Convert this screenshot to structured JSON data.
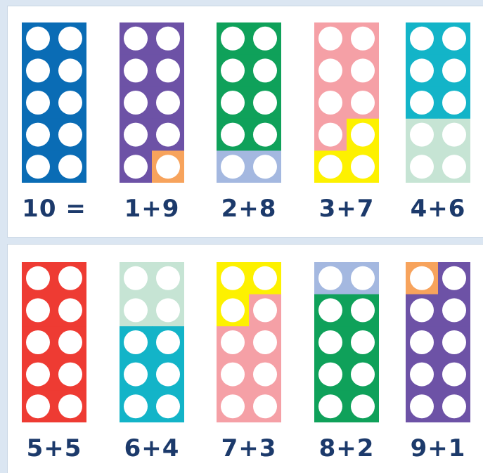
{
  "colors": {
    "1": "#f7a35c",
    "2": "#a4b8e0",
    "3": "#fdf100",
    "4": "#c6e4d4",
    "5": "#ee3b33",
    "6": "#13b4c8",
    "7": "#f5a0a6",
    "8": "#0fa15a",
    "9": "#6d52a6",
    "10": "#0a6cb5"
  },
  "rows": [
    {
      "bars": [
        {
          "parts": [
            10
          ],
          "label": "10 ="
        },
        {
          "parts": [
            9,
            1
          ],
          "label": "1+9"
        },
        {
          "parts": [
            8,
            2
          ],
          "label": "2+8"
        },
        {
          "parts": [
            7,
            3
          ],
          "label": "3+7"
        },
        {
          "parts": [
            6,
            4
          ],
          "label": "4+6"
        }
      ]
    },
    {
      "bars": [
        {
          "parts": [
            5,
            5
          ],
          "label": "5+5"
        },
        {
          "parts": [
            4,
            6
          ],
          "label": "6+4"
        },
        {
          "parts": [
            3,
            7
          ],
          "label": "7+3"
        },
        {
          "parts": [
            2,
            8
          ],
          "label": "8+2"
        },
        {
          "parts": [
            1,
            9
          ],
          "label": "9+1"
        }
      ]
    }
  ]
}
